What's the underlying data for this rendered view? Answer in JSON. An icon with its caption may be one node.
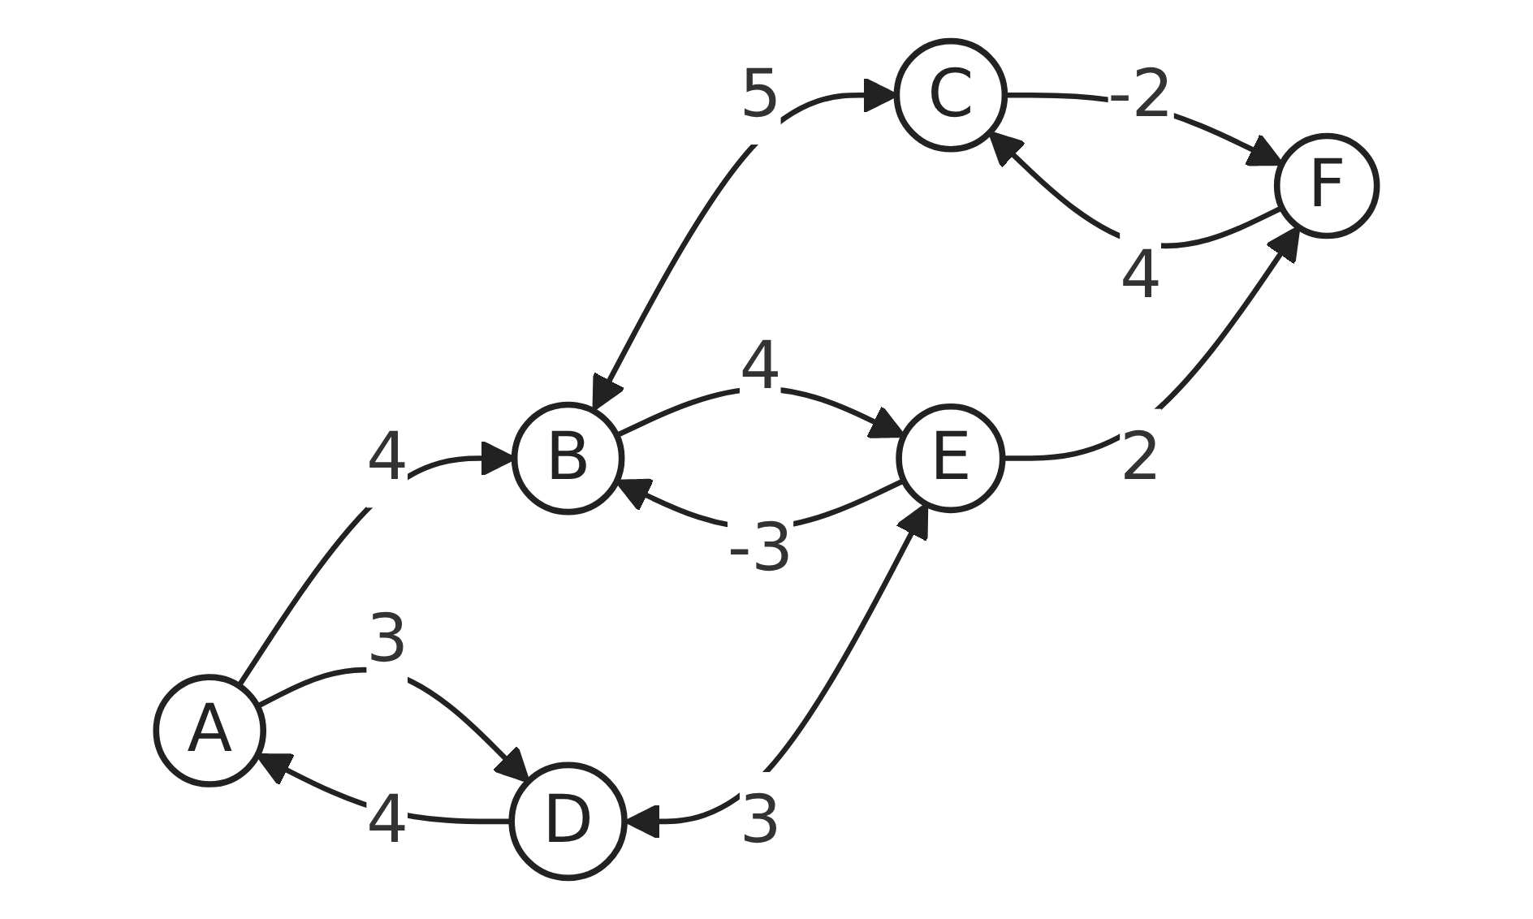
{
  "diagram": {
    "nodes": [
      {
        "text": [
          "A"
        ]
      },
      {
        "text": [
          "B"
        ]
      },
      {
        "text": [
          "C"
        ]
      },
      {
        "text": [
          "D"
        ]
      },
      {
        "text": [
          "E"
        ]
      },
      {
        "text": [
          "F"
        ]
      }
    ],
    "edges": [
      {
        "from": 0,
        "to": 1,
        "arrow": "to",
        "label": "4"
      },
      {
        "from": 0,
        "to": 3,
        "arrow": "to",
        "label": "3"
      },
      {
        "from": 3,
        "to": 0,
        "arrow": "to",
        "label": "4"
      },
      {
        "from": 1,
        "to": 2,
        "arrow": "both",
        "label": "5"
      },
      {
        "from": 1,
        "to": 4,
        "arrow": "to",
        "label": "4"
      },
      {
        "from": 4,
        "to": 1,
        "arrow": "to",
        "label": "-3"
      },
      {
        "from": 2,
        "to": 5,
        "arrow": "to",
        "label": "-2"
      },
      {
        "from": 5,
        "to": 2,
        "arrow": "to",
        "label": "4"
      },
      {
        "from": 3,
        "to": 4,
        "arrow": "both",
        "label": "3"
      },
      {
        "from": 4,
        "to": 5,
        "arrow": "to",
        "label": "2"
      }
    ]
  }
}
